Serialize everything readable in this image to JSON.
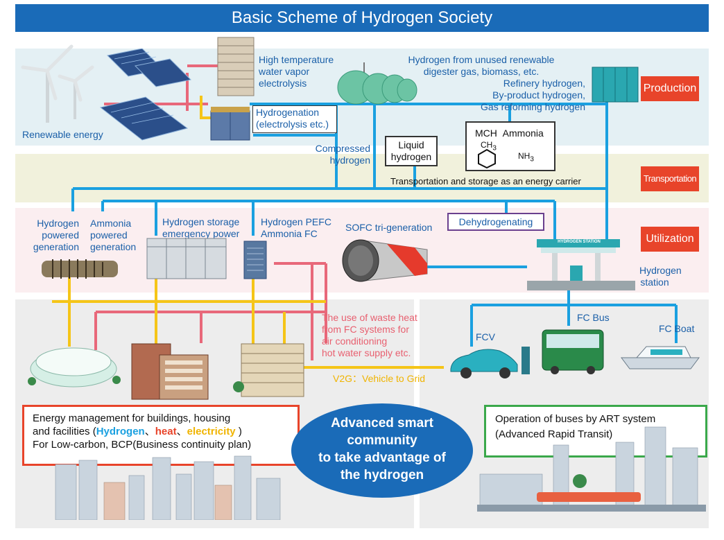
{
  "title": "Basic Scheme of Hydrogen Society",
  "sections": {
    "production": "Production",
    "transportation": "Transportation",
    "utilization": "Utilization"
  },
  "production": {
    "renewable": "Renewable energy",
    "hte_1": "High temperature",
    "hte_2": "water vapor",
    "hte_3": "electrolysis",
    "hydrogenation_1": "Hydrogenation",
    "hydrogenation_2": "(electrolysis etc.)",
    "unused_1": "Hydrogen from unused renewable",
    "unused_2": "digester gas, biomass, etc.",
    "refinery_1": "Refinery hydrogen,",
    "refinery_2": "By-product hydrogen,",
    "refinery_3": "Gas reforming hydrogen"
  },
  "transport": {
    "compressed_1": "Compressed",
    "compressed_2": "hydrogen",
    "liquid_1": "Liquid",
    "liquid_2": "hydrogen",
    "mch": "MCH",
    "ammonia": "Ammonia",
    "ch3": "CH",
    "ch3_sub": "3",
    "nh3": "NH",
    "nh3_sub": "3",
    "carrier": "Transportation and storage as an energy carrier"
  },
  "utilization": {
    "hpg_1": "Hydrogen",
    "hpg_2": "powered",
    "hpg_3": "generation",
    "apg_1": "Ammonia",
    "apg_2": "powered",
    "apg_3": "generation",
    "storage_1": "Hydrogen storage",
    "storage_2": "emergency power",
    "pefc_1": "Hydrogen PEFC",
    "pefc_2": "Ammonia FC",
    "sofc": "SOFC tri-generation",
    "dehydro": "Dehydrogenating",
    "station_1": "Hydrogen",
    "station_2": "station",
    "station_sign": "HYDROGEN STATION"
  },
  "community": {
    "waste_1": "The use of waste heat",
    "waste_2": "from FC systems for",
    "waste_3": "air conditioning",
    "waste_4": "hot water supply etc.",
    "v2g": "V2G：Vehicle to Grid",
    "fcv": "FCV",
    "fcbus": "FC Bus",
    "fcboat": "FC Boat",
    "em_1": "Energy management for buildings, housing",
    "em_2a": "and facilities  (",
    "em_h": "Hydrogen",
    "em_sep1": "、",
    "em_heat": "heat",
    "em_sep2": "、",
    "em_elec": "electricity",
    "em_2b": " )",
    "em_3": "For Low-carbon, BCP(Business continuity plan)",
    "center_1": "Advanced smart",
    "center_2": "community",
    "center_3": "to take advantage of",
    "center_4": "the hydrogen",
    "art_1": "Operation of buses by ART system",
    "art_2": "(Advanced Rapid Transit)"
  },
  "colors": {
    "blue_line": "#1aa0e0",
    "yellow_line": "#f5c518",
    "pink_line": "#e8687a",
    "title_bg": "#1a6bb8",
    "tag_bg": "#e8442a",
    "production_band": "#e4f0f4",
    "transport_band": "#f1f1dc",
    "utilization_band": "#fbeef0",
    "community_band": "#ededed"
  }
}
